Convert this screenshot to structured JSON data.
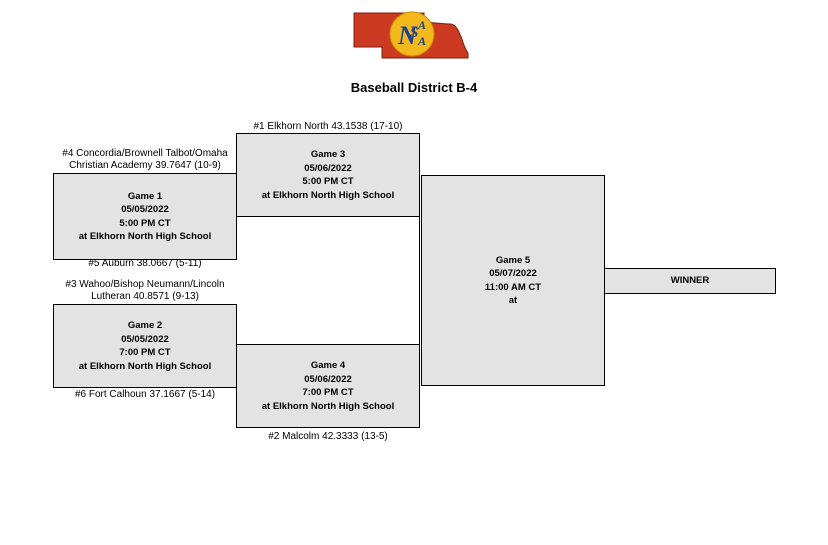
{
  "logo": {
    "text": "NSAA"
  },
  "title": "Baseball District B-4",
  "teams": {
    "t1": "#1 Elkhorn North 43.1538 (17-10)",
    "t4": "#4 Concordia/Brownell Talbot/Omaha Christian Academy 39.7647 (10-9)",
    "t5": "#5 Auburn 38.0667 (5-11)",
    "t3": "#3 Wahoo/Bishop Neumann/Lincoln Lutheran 40.8571 (9-13)",
    "t6": "#6 Fort Calhoun 37.1667 (5-14)",
    "t2": "#2 Malcolm 42.3333 (13-5)"
  },
  "games": {
    "g1": {
      "name": "Game 1",
      "date": "05/05/2022",
      "time": "5:00 PM CT",
      "site": "at Elkhorn North High School"
    },
    "g2": {
      "name": "Game 2",
      "date": "05/05/2022",
      "time": "7:00 PM CT",
      "site": "at Elkhorn North High School"
    },
    "g3": {
      "name": "Game 3",
      "date": "05/06/2022",
      "time": "5:00 PM CT",
      "site": "at Elkhorn North High School"
    },
    "g4": {
      "name": "Game 4",
      "date": "05/06/2022",
      "time": "7:00 PM CT",
      "site": "at Elkhorn North High School"
    },
    "g5": {
      "name": "Game 5",
      "date": "05/07/2022",
      "time": "11:00 AM CT",
      "site": "at"
    }
  },
  "winner": "WINNER",
  "colors": {
    "box_fill": "#e3e3e3",
    "logo_state": "#cc3a22",
    "logo_circle": "#f2b81c",
    "logo_text": "#1d3f8f"
  }
}
